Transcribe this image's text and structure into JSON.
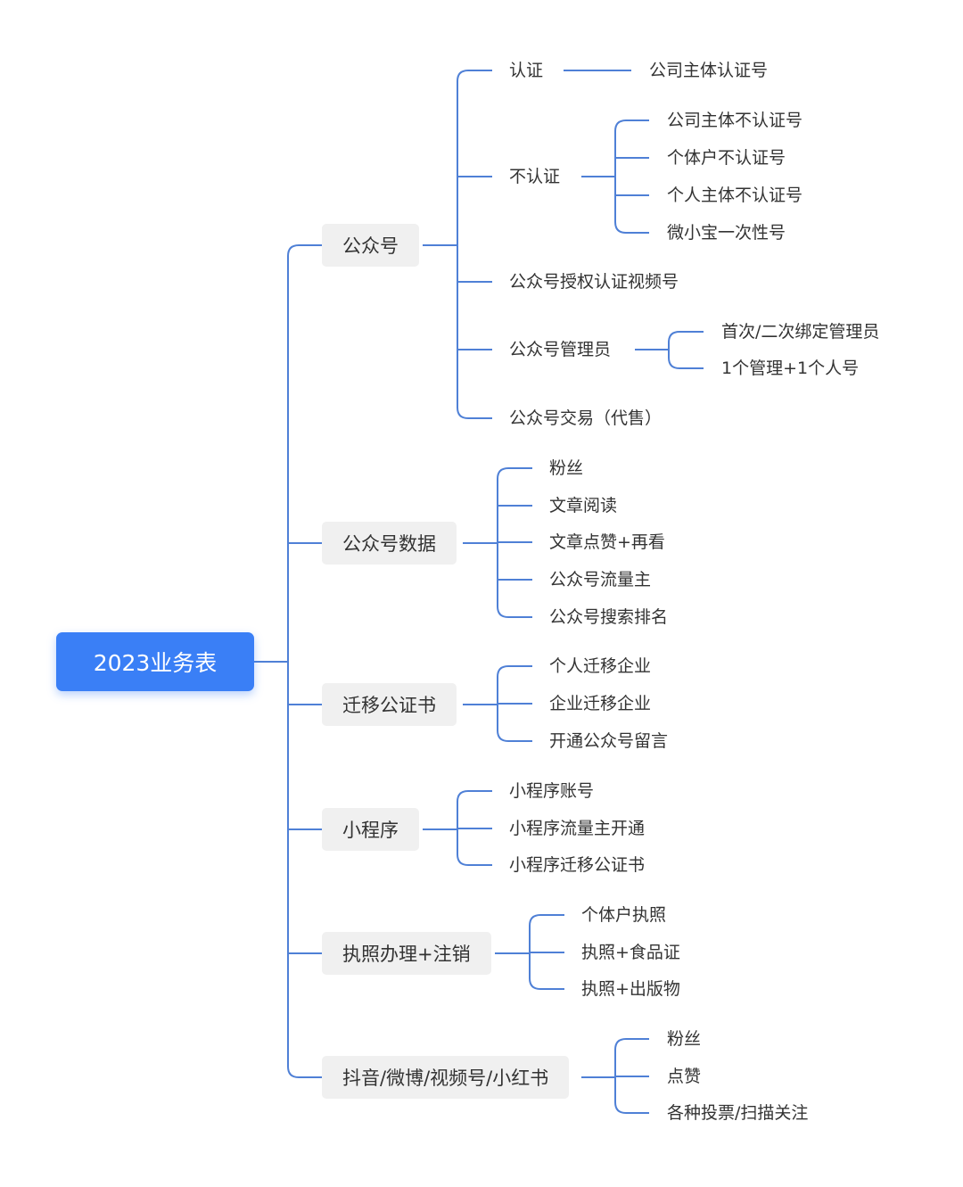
{
  "root": "2023业务表",
  "branches": [
    {
      "label": "公众号",
      "children": [
        {
          "label": "认证",
          "children": [
            "公司主体认证号"
          ]
        },
        {
          "label": "不认证",
          "children": [
            "公司主体不认证号",
            "个体户不认证号",
            "个人主体不认证号",
            "微小宝一次性号"
          ]
        },
        {
          "label": "公众号授权认证视频号",
          "children": []
        },
        {
          "label": "公众号管理员",
          "children": [
            "首次/二次绑定管理员",
            "1个管理+1个人号"
          ]
        },
        {
          "label": "公众号交易（代售）",
          "children": []
        }
      ]
    },
    {
      "label": "公众号数据",
      "children": [
        "粉丝",
        "文章阅读",
        "文章点赞+再看",
        "公众号流量主",
        "公众号搜索排名"
      ]
    },
    {
      "label": "迁移公证书",
      "children": [
        "个人迁移企业",
        "企业迁移企业",
        "开通公众号留言"
      ]
    },
    {
      "label": "小程序",
      "children": [
        "小程序账号",
        "小程序流量主开通",
        "小程序迁移公证书"
      ]
    },
    {
      "label": "执照办理+注销",
      "children": [
        "个体户执照",
        "执照+食品证",
        "执照+出版物"
      ]
    },
    {
      "label": "抖音/微博/视频号/小红书",
      "children": [
        "粉丝",
        "点赞",
        "各种投票/扫描关注"
      ]
    }
  ],
  "colors": {
    "root": "#3a7ff6",
    "line": "#4f80d6",
    "node": "#f0f0f0",
    "text": "#333333"
  }
}
